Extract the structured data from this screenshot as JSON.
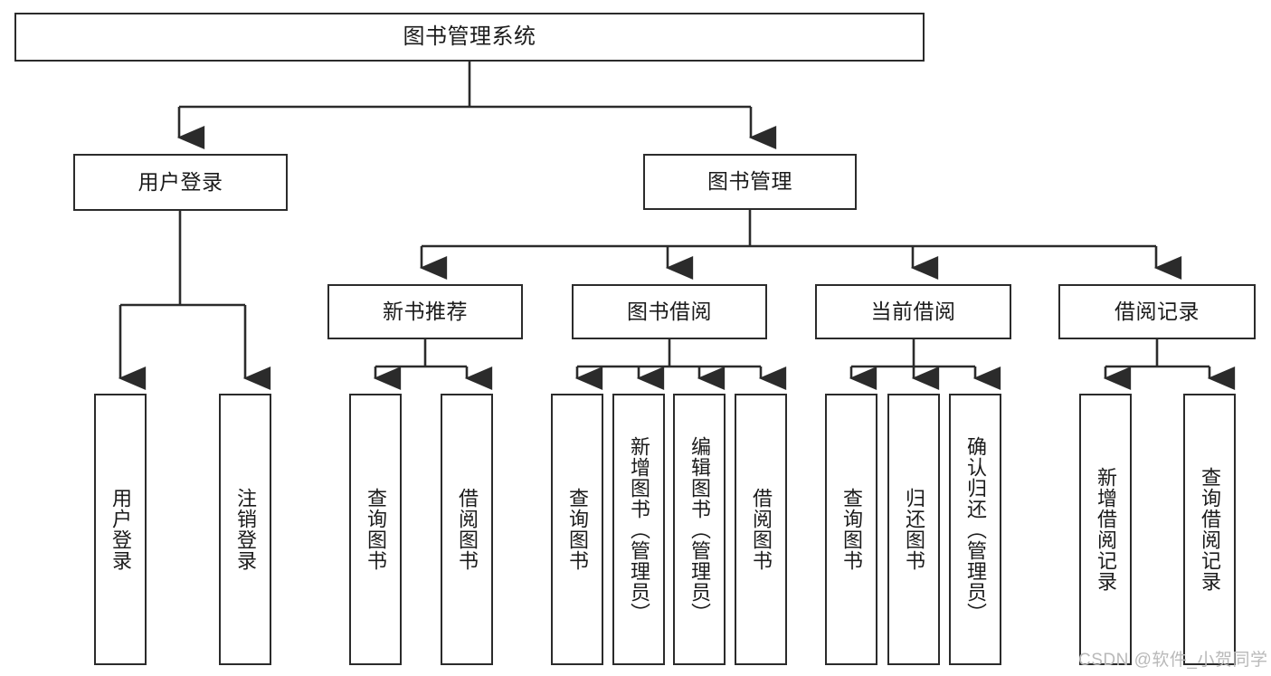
{
  "diagram": {
    "title": "图书管理系统",
    "type": "tree-hierarchy-diagram",
    "colors": {
      "stroke": "#2b2b2b",
      "fill": "#ffffff",
      "text": "#1b1b1b",
      "watermark": "#b9b9b9"
    },
    "levels": {
      "root": {
        "label": "图书管理系统"
      },
      "level2": [
        {
          "id": "user-login",
          "label": "用户登录"
        },
        {
          "id": "book-manage",
          "label": "图书管理"
        }
      ],
      "level3": [
        {
          "id": "new-book-recommend",
          "label": "新书推荐"
        },
        {
          "id": "book-borrow",
          "label": "图书借阅"
        },
        {
          "id": "current-borrow",
          "label": "当前借阅"
        },
        {
          "id": "borrow-record",
          "label": "借阅记录"
        }
      ],
      "leaves": {
        "user-login": [
          {
            "id": "leaf-user-login",
            "label": "用户登录"
          },
          {
            "id": "leaf-user-logout",
            "label": "注销登录"
          }
        ],
        "new-book-recommend": [
          {
            "id": "leaf-query-book-1",
            "label": "查询图书"
          },
          {
            "id": "leaf-borrow-book-1",
            "label": "借阅图书"
          }
        ],
        "book-borrow": [
          {
            "id": "leaf-query-book-2",
            "label": "查询图书"
          },
          {
            "id": "leaf-add-book",
            "label": "新增图书（管理员）"
          },
          {
            "id": "leaf-edit-book",
            "label": "编辑图书（管理员）"
          },
          {
            "id": "leaf-borrow-book-2",
            "label": "借阅图书"
          }
        ],
        "current-borrow": [
          {
            "id": "leaf-query-book-3",
            "label": "查询图书"
          },
          {
            "id": "leaf-return-book",
            "label": "归还图书"
          },
          {
            "id": "leaf-confirm-return",
            "label": "确认归还（管理员）"
          }
        ],
        "borrow-record": [
          {
            "id": "leaf-add-record",
            "label": "新增借阅记录"
          },
          {
            "id": "leaf-query-record",
            "label": "查询借阅记录"
          }
        ]
      }
    },
    "watermark": "CSDN @软件_小贺同学"
  }
}
